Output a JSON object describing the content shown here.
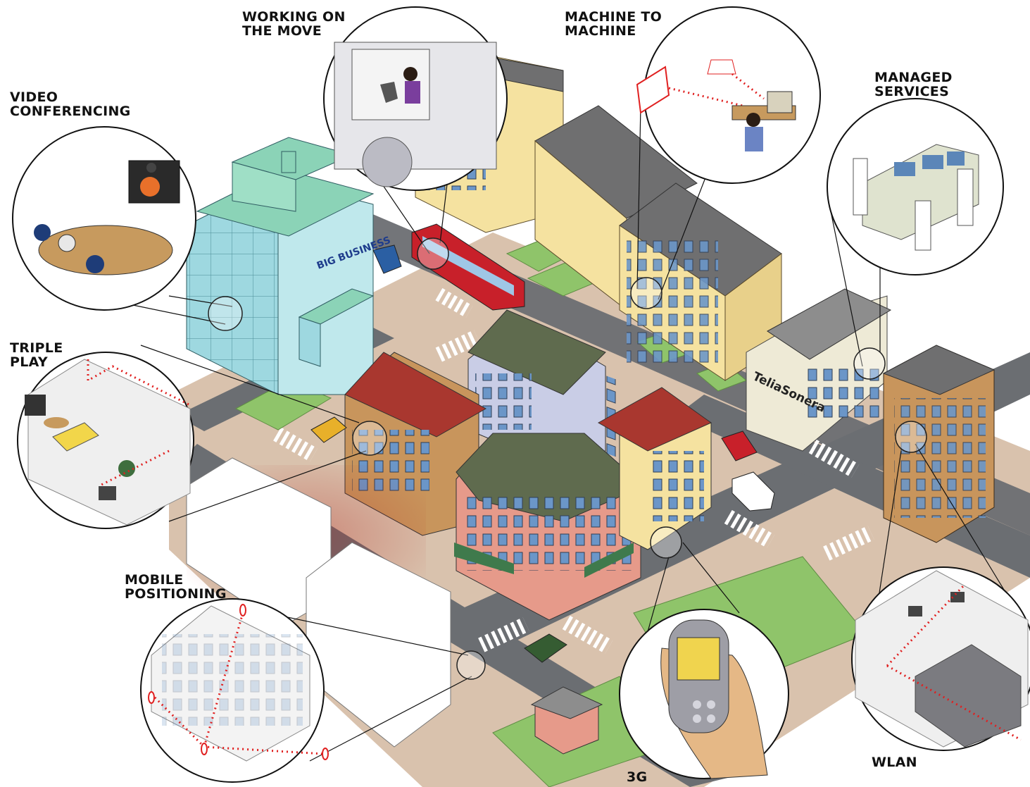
{
  "labels": {
    "working_on_the_move": [
      "WORKING ON",
      "THE MOVE"
    ],
    "machine_to_machine": [
      "MACHINE TO",
      "MACHINE"
    ],
    "video_conferencing": [
      "VIDEO",
      "CONFERENCING"
    ],
    "managed_services": [
      "MANAGED",
      "SERVICES"
    ],
    "triple_play": [
      "TRIPLE",
      "PLAY"
    ],
    "mobile_positioning": [
      "MOBILE",
      "POSITIONING"
    ],
    "threeg": "3G",
    "wlan": "WLAN"
  },
  "signs": {
    "big_business": "BIG BUSINESS",
    "teliasonera": "TeliaSonera"
  },
  "colors": {
    "road": "#6b6e72",
    "sidewalk": "#d9c2ad",
    "grass": "#8fc46a",
    "glass_building": "#8fd0d6",
    "yellow_building": "#f5e2a0",
    "roof_grey": "#6f6f70",
    "roof_red": "#a9372f",
    "roof_green": "#5f6b4e",
    "bus_red": "#c8202a",
    "callout_outline": "#111111",
    "signal_dots": "#e02020"
  },
  "icons": [
    "bus-icon",
    "car-icon",
    "van-icon",
    "taxi-icon",
    "jeep-icon",
    "laptop-icon",
    "monitor-icon",
    "camera-icon",
    "lamp-icon",
    "phone-icon",
    "location-pin-icon",
    "tv-icon",
    "sofa-icon",
    "plant-icon"
  ]
}
